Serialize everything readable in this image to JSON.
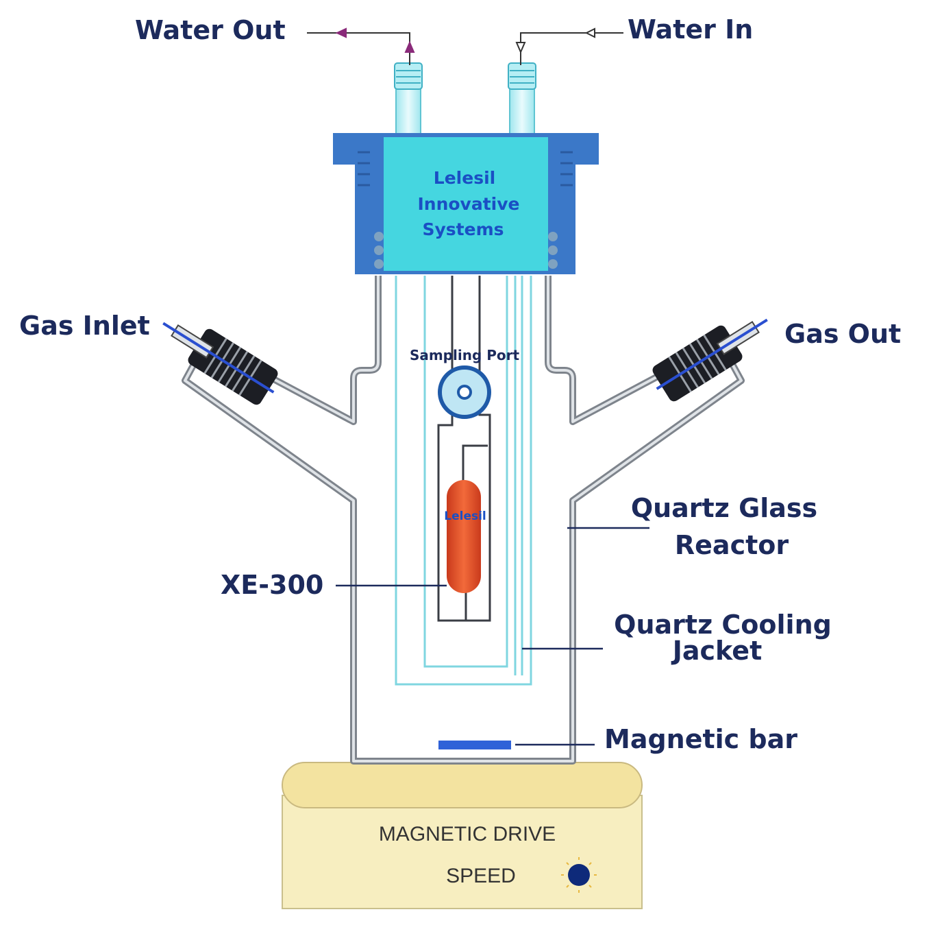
{
  "labels": {
    "water_out": "Water Out",
    "water_in": "Water In",
    "gas_inlet": "Gas Inlet",
    "gas_out": "Gas Out",
    "sampling_port": "Sampling Port",
    "quartz_glass_reactor_line1": "Quartz Glass",
    "quartz_glass_reactor_line2": "Reactor",
    "xe300": "XE-300",
    "quartz_cooling_jacket_line1": "Quartz Cooling",
    "quartz_cooling_jacket_line2": "Jacket",
    "magnetic_bar": "Magnetic bar"
  },
  "cap_text": [
    "Lelesil",
    "Innovative",
    "Systems"
  ],
  "lamp_text": "Lelesil",
  "drive": {
    "title": "MAGNETIC DRIVE",
    "speed": "SPEED"
  },
  "colors": {
    "label": "#1c2a5c",
    "cap_outer": "#3b78c8",
    "cap_inner": "#45d6e0",
    "lamp": "#e2552b",
    "drive_body": "#f7eec0",
    "drive_top": "#f3e3a0",
    "knob": "#0e2a7a",
    "glass": "#8a8f96",
    "jacket": "#7fd6e0"
  }
}
